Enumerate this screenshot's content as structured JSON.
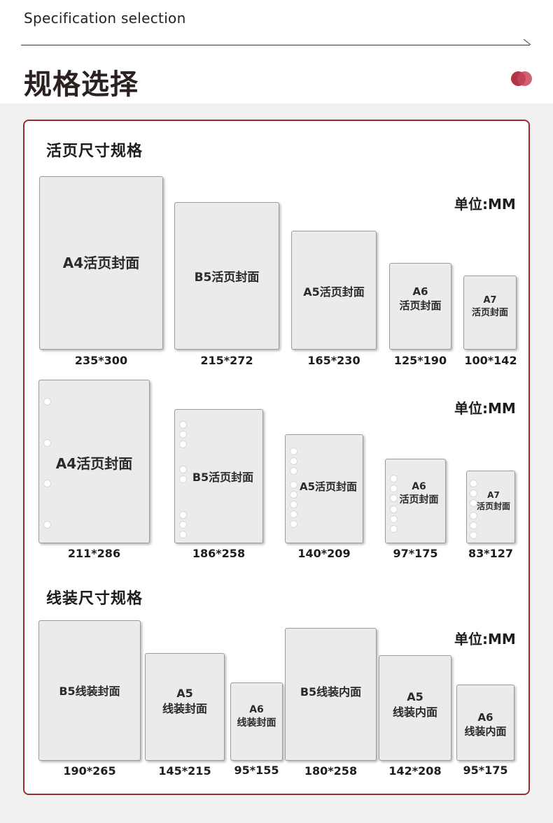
{
  "header": {
    "subtitle_en": "Specification selection",
    "title_cn": "规格选择"
  },
  "colors": {
    "accent": "#9a2d2d",
    "dot": "#b0354b"
  },
  "loose_leaf": {
    "title": "活页尺寸规格",
    "unit": "单位:MM",
    "covers": [
      {
        "label": "A4活页封面",
        "dim": "235*300"
      },
      {
        "label": "B5活页封面",
        "dim": "215*272"
      },
      {
        "label": "A5活页封面",
        "dim": "165*230"
      },
      {
        "label": "A6\n活页封面",
        "dim": "125*190"
      },
      {
        "label": "A7\n活页封面",
        "dim": "100*142"
      }
    ],
    "inner": [
      {
        "label": "A4活页封面",
        "dim": "211*286"
      },
      {
        "label": "B5活页封面",
        "dim": "186*258"
      },
      {
        "label": "A5活页封面",
        "dim": "140*209"
      },
      {
        "label": "A6\n活页封面",
        "dim": "97*175"
      },
      {
        "label": "A7\n活页封面",
        "dim": "83*127"
      }
    ]
  },
  "thread_bound": {
    "title": "线装尺寸规格",
    "unit": "单位:MM",
    "items": [
      {
        "label": "B5线装封面",
        "dim": "190*265"
      },
      {
        "label": "A5\n线装封面",
        "dim": "145*215"
      },
      {
        "label": "A6\n线装封面",
        "dim": "95*155"
      },
      {
        "label": "B5线装内面",
        "dim": "180*258"
      },
      {
        "label": "A5\n线装内面",
        "dim": "142*208"
      },
      {
        "label": "A6\n线装内面",
        "dim": "95*175"
      }
    ]
  }
}
